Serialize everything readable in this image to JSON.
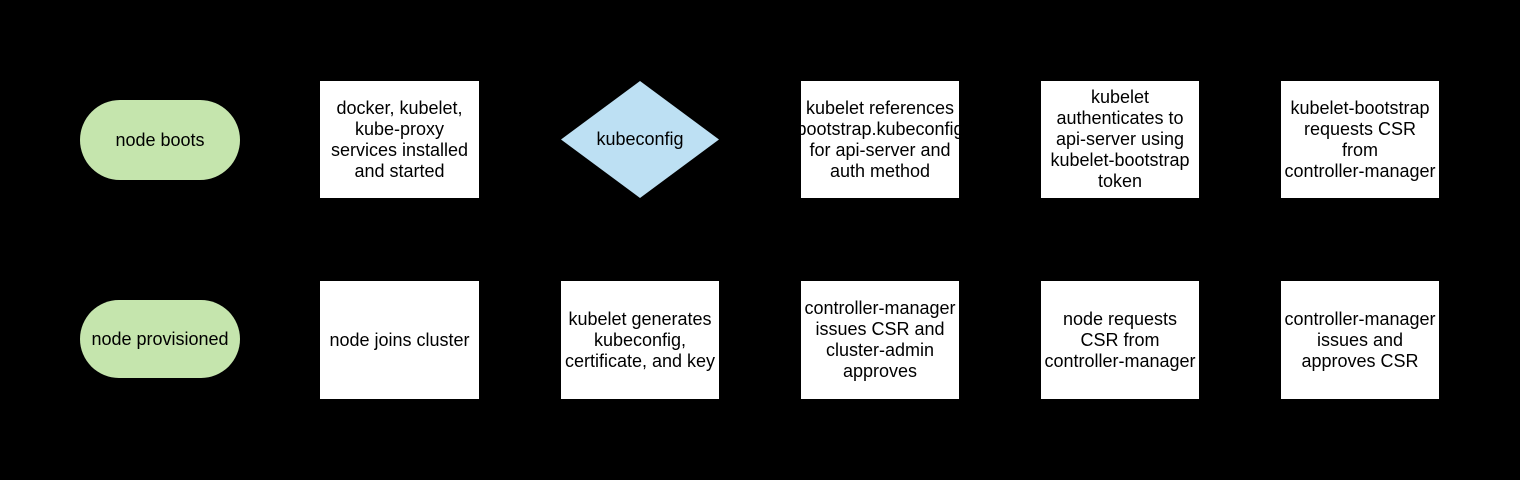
{
  "colors": {
    "background": "#000000",
    "terminator_fill": "#c5e5ad",
    "decision_fill": "#bde0f3",
    "process_fill": "#ffffff",
    "text": "#000000"
  },
  "nodes": {
    "node_boots": {
      "shape": "terminator",
      "label": "node boots"
    },
    "services_installed": {
      "shape": "process",
      "label": "docker, kubelet,\nkube-proxy\nservices installed\nand started"
    },
    "kubeconfig_decision": {
      "shape": "decision",
      "label": "kubeconfig"
    },
    "kubelet_references": {
      "shape": "process",
      "label": "kubelet references\nbootstrap.kubeconfig\nfor api-server and\nauth method"
    },
    "kubelet_authenticates": {
      "shape": "process",
      "label": "kubelet\nauthenticates to\napi-server using\nkubelet-bootstrap\ntoken"
    },
    "bootstrap_requests_csr": {
      "shape": "process",
      "label": "kubelet-bootstrap\nrequests CSR\nfrom\ncontroller-manager"
    },
    "node_provisioned": {
      "shape": "terminator",
      "label": "node provisioned"
    },
    "node_joins_cluster": {
      "shape": "process",
      "label": "node joins cluster"
    },
    "kubelet_generates": {
      "shape": "process",
      "label": "kubelet generates\nkubeconfig,\ncertificate, and key"
    },
    "cm_issues_csr_admin_approves": {
      "shape": "process",
      "label": "controller-manager\nissues CSR and\ncluster-admin\napproves"
    },
    "node_requests_csr": {
      "shape": "process",
      "label": "node requests\nCSR from\ncontroller-manager"
    },
    "cm_issues_and_approves_csr": {
      "shape": "process",
      "label": "controller-manager\nissues and\napproves CSR"
    }
  }
}
